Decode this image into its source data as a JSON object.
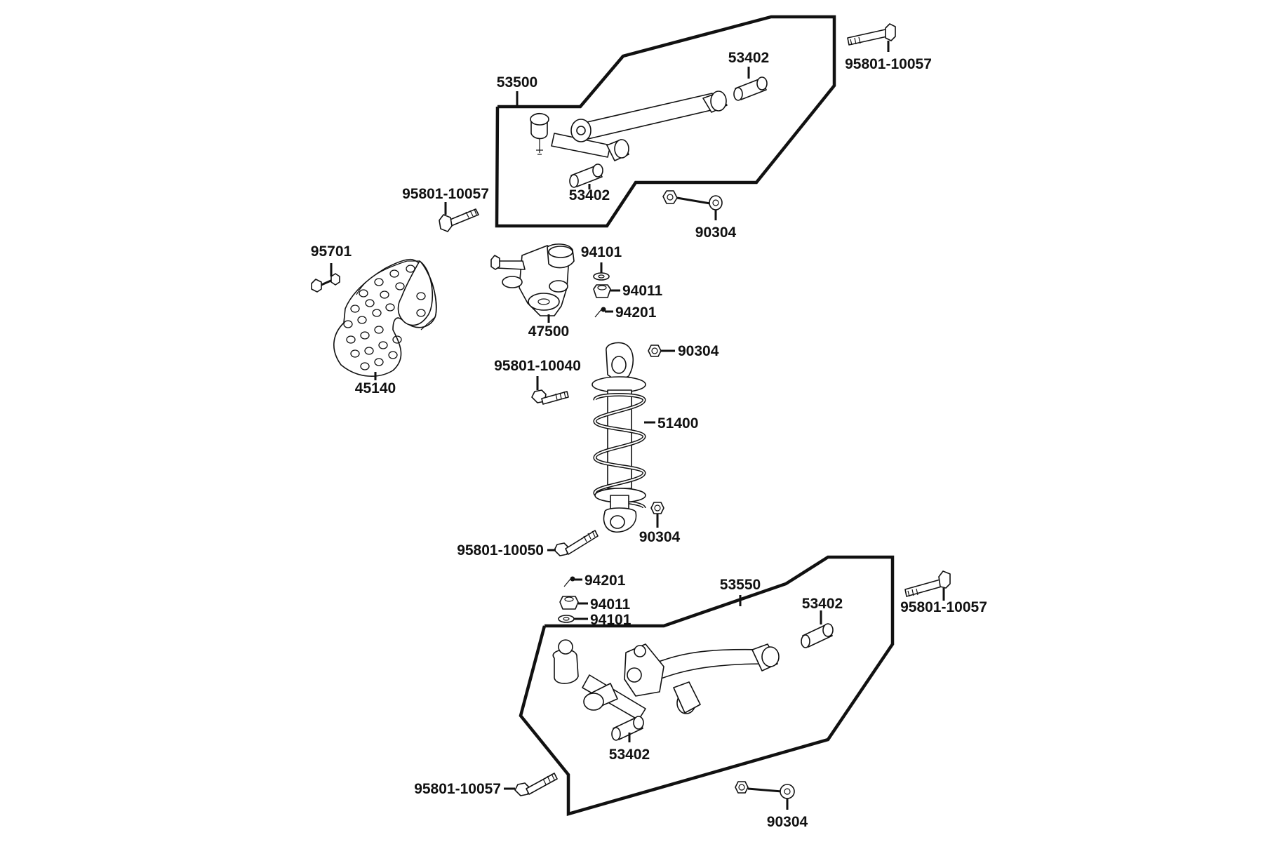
{
  "colors": {
    "line": "#111111",
    "background": "#ffffff"
  },
  "labels": {
    "upper_arm": "53500",
    "upper_bush_top": "53402",
    "upper_bush_bottom": "53402",
    "upper_bolt_right": "95801-10057",
    "upper_bolt_left": "95801-10057",
    "upper_nut": "90304",
    "disc_bolt": "95701",
    "brake_disc": "45140",
    "knuckle": "47500",
    "washer_upper": "94101",
    "castle_nut_upper": "94011",
    "cotter_pin_upper": "94201",
    "shock_nut_top": "90304",
    "shock_bolt_top": "95801-10040",
    "shock_absorber": "51400",
    "shock_nut_bottom": "90304",
    "shock_bolt_bottom": "95801-10050",
    "cotter_pin_lower": "94201",
    "castle_nut_lower": "94011",
    "washer_lower": "94101",
    "lower_arm": "53550",
    "lower_bush_top": "53402",
    "lower_bolt_right": "95801-10057",
    "lower_bush_bottom": "53402",
    "lower_bolt_left": "95801-10057",
    "lower_nut": "90304"
  }
}
